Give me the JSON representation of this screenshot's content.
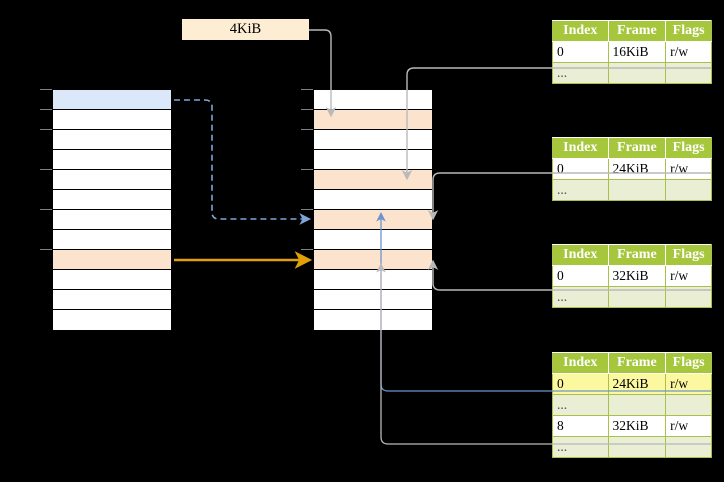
{
  "diagram": {
    "title": "four-level page table translation",
    "background_color": "#000000",
    "size_label": "4KiB"
  },
  "colors": {
    "header_green": "#a6c63c",
    "row_green": "#e9eed4",
    "peach": "#fce3cd",
    "blue_row": "#dbe8f9",
    "highlight_yellow": "#fbf8a0",
    "orange_arrow": "#e0a006",
    "blue_arrow": "#7a9fd4",
    "gray_arrow": "#b0b0b0",
    "label_box": "#fdeed3"
  },
  "left_stack": {
    "name": "virtual-address-space",
    "cell_count": 12,
    "cells": [
      {
        "fill": "blue"
      },
      {
        "fill": "white"
      },
      {
        "fill": "white"
      },
      {
        "fill": "white"
      },
      {
        "fill": "white"
      },
      {
        "fill": "white"
      },
      {
        "fill": "white"
      },
      {
        "fill": "white"
      },
      {
        "fill": "peach"
      },
      {
        "fill": "white"
      },
      {
        "fill": "white"
      },
      {
        "fill": "white"
      }
    ]
  },
  "mid_stack": {
    "name": "physical-memory",
    "cell_count": 12,
    "cells": [
      {
        "fill": "white"
      },
      {
        "fill": "peach"
      },
      {
        "fill": "white"
      },
      {
        "fill": "white"
      },
      {
        "fill": "peach"
      },
      {
        "fill": "white"
      },
      {
        "fill": "peach"
      },
      {
        "fill": "white"
      },
      {
        "fill": "peach"
      },
      {
        "fill": "white"
      },
      {
        "fill": "white"
      },
      {
        "fill": "white"
      }
    ]
  },
  "tables": [
    {
      "name": "page-table-level-4",
      "headers": [
        "Index",
        "Frame",
        "Flags"
      ],
      "rows": [
        {
          "cells": [
            "0",
            "16KiB",
            "r/w"
          ],
          "style": "data",
          "highlight": [
            false,
            false,
            false
          ]
        },
        {
          "cells": [
            "...",
            "",
            ""
          ],
          "style": "ellipsis",
          "highlight": [
            false,
            false,
            false
          ]
        }
      ]
    },
    {
      "name": "page-table-level-3",
      "headers": [
        "Index",
        "Frame",
        "Flags"
      ],
      "rows": [
        {
          "cells": [
            "0",
            "24KiB",
            "r/w"
          ],
          "style": "data",
          "highlight": [
            false,
            false,
            false
          ]
        },
        {
          "cells": [
            "...",
            "",
            ""
          ],
          "style": "ellipsis",
          "highlight": [
            false,
            false,
            false
          ]
        }
      ]
    },
    {
      "name": "page-table-level-2",
      "headers": [
        "Index",
        "Frame",
        "Flags"
      ],
      "rows": [
        {
          "cells": [
            "0",
            "32KiB",
            "r/w"
          ],
          "style": "data",
          "highlight": [
            false,
            false,
            false
          ]
        },
        {
          "cells": [
            "...",
            "",
            ""
          ],
          "style": "ellipsis",
          "highlight": [
            false,
            false,
            false
          ]
        }
      ]
    },
    {
      "name": "page-table-level-1",
      "headers": [
        "Index",
        "Frame",
        "Flags"
      ],
      "rows": [
        {
          "cells": [
            "0",
            "24KiB",
            "r/w"
          ],
          "style": "data",
          "highlight": [
            true,
            true,
            true
          ]
        },
        {
          "cells": [
            "...",
            "",
            ""
          ],
          "style": "ellipsis",
          "highlight": [
            false,
            false,
            false
          ]
        },
        {
          "cells": [
            "8",
            "32KiB",
            "r/w"
          ],
          "style": "data",
          "highlight": [
            false,
            false,
            false
          ]
        },
        {
          "cells": [
            "...",
            "",
            ""
          ],
          "style": "ellipsis",
          "highlight": [
            false,
            false,
            false
          ]
        }
      ]
    }
  ],
  "connectors": [
    {
      "name": "size-label-to-frame",
      "color": "gray"
    },
    {
      "name": "vaddr-to-paddr-dashed",
      "color": "blue"
    },
    {
      "name": "page-to-frame-orange",
      "color": "orange"
    },
    {
      "name": "table1-to-memory",
      "color": "gray"
    },
    {
      "name": "table2-to-memory",
      "color": "gray"
    },
    {
      "name": "table3-to-memory",
      "color": "gray"
    },
    {
      "name": "table4-to-memory",
      "color": "blue"
    },
    {
      "name": "table4-row8-to-memory",
      "color": "gray"
    }
  ]
}
